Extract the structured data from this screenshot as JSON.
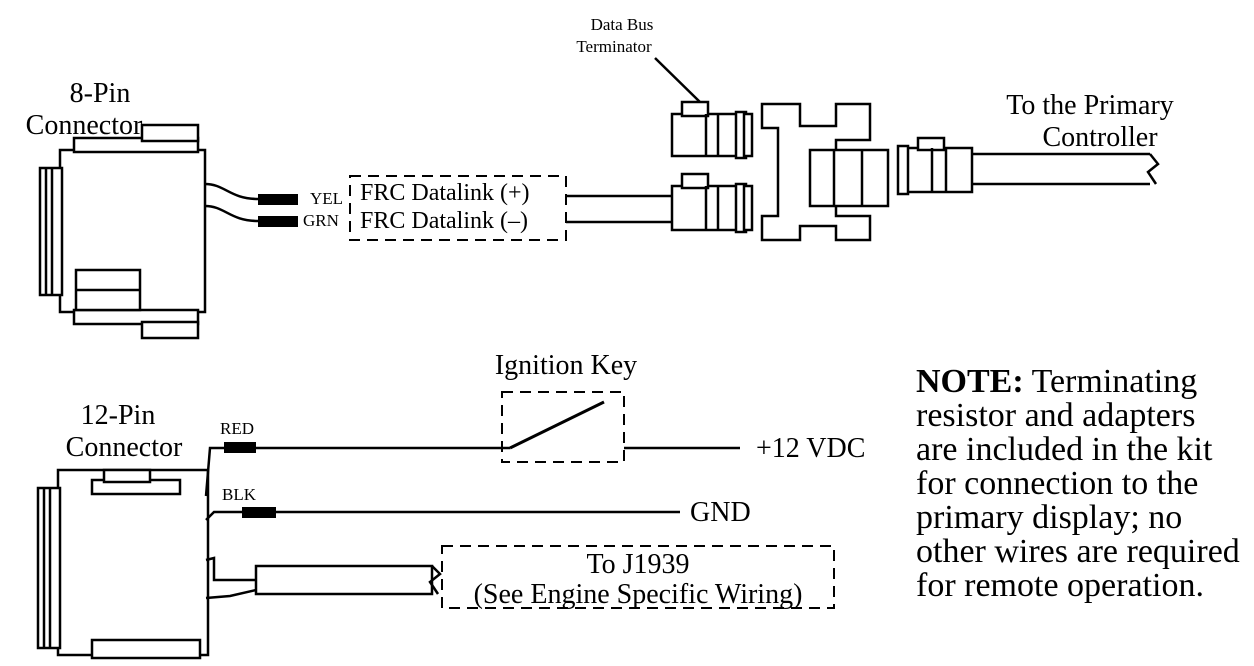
{
  "terminator": {
    "line1": "Data Bus",
    "line2": "Terminator"
  },
  "conn8": {
    "line1": "8-Pin",
    "line2": "Connector"
  },
  "conn12": {
    "line1": "12-Pin",
    "line2": "Connector"
  },
  "primary": {
    "line1": "To the Primary",
    "line2": "Controller"
  },
  "wires8": [
    {
      "color": "YEL",
      "signal": "FRC Datalink (+)"
    },
    {
      "color": "GRN",
      "signal": "FRC Datalink (–)"
    }
  ],
  "wires12": [
    {
      "color": "RED",
      "dest": "+12 VDC"
    },
    {
      "color": "BLK",
      "dest": "GND"
    }
  ],
  "ignition": "Ignition Key",
  "j1939": {
    "line1": "To J1939",
    "line2": "(See Engine Specific Wiring)"
  },
  "note": {
    "bold": "NOTE:",
    "lines": [
      " Terminating",
      "resistor and adapters",
      "are included in the kit",
      "for connection to the",
      "primary display; no",
      "other wires are required",
      "for remote operation."
    ]
  }
}
